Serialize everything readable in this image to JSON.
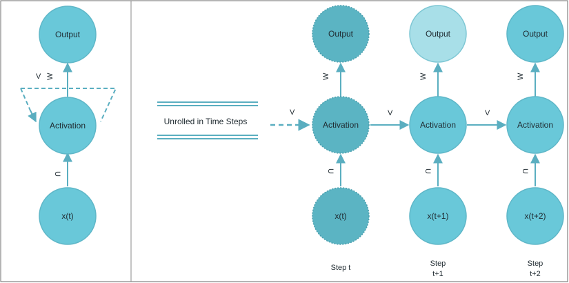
{
  "colors": {
    "node_fill": "#69c8d9",
    "node_stroke": "#5fb7c8",
    "step_t_fill": "#5bb4c3",
    "step_t1_fill": "#a8dfe8",
    "edge": "#5aaec0",
    "frame": "#6a6a6a"
  },
  "folded": {
    "output": "Output",
    "activation": "Activation",
    "input": "x(t)",
    "w": "W",
    "u": "U",
    "v": "V"
  },
  "banner": {
    "label": "Unrolled in Time Steps"
  },
  "unrolled": {
    "incoming_v": "V",
    "steps": [
      {
        "output": "Output",
        "activation": "Activation",
        "input": "x(t)",
        "w": "W",
        "u": "U",
        "step_line1": "Step t",
        "step_line2": ""
      },
      {
        "output": "Output",
        "activation": "Activation",
        "input": "x(t+1)",
        "w": "W",
        "u": "U",
        "step_line1": "Step",
        "step_line2": "t+1"
      },
      {
        "output": "Output",
        "activation": "Activation",
        "input": "x(t+2)",
        "w": "W",
        "u": "U",
        "step_line1": "Step",
        "step_line2": "t+2"
      }
    ],
    "v_between": [
      "V",
      "V"
    ]
  }
}
